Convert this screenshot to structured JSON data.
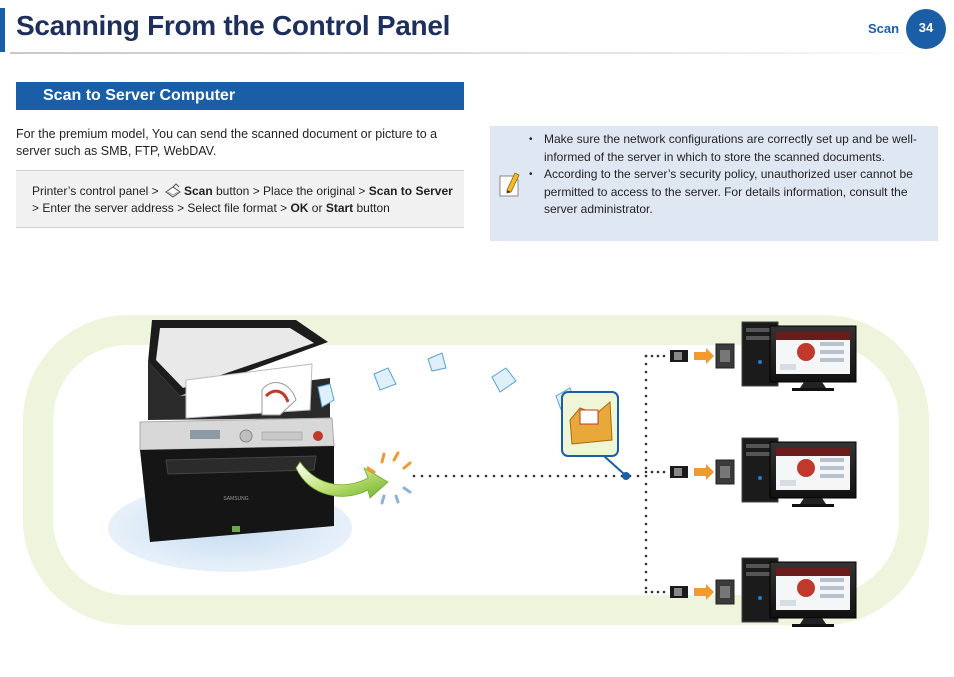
{
  "header": {
    "title": "Scanning From the Control Panel",
    "section": "Scan",
    "page_number": "34"
  },
  "subheading": "Scan to Server Computer",
  "intro": "For the premium model, You can send the scanned document or picture to a server such as SMB, FTP, WebDAV.",
  "steps": {
    "p1": "Printer’s control panel > ",
    "scan_label": "Scan",
    "p2": " button > Place the original > ",
    "scan_to_server": "Scan to Server",
    "p3": " > Enter the server address > Select file format > ",
    "ok": "OK",
    "p4": " or ",
    "start": "Start",
    "p5": " button"
  },
  "notes": [
    "Make sure the network configurations are correctly set up and be well-informed of the server in which to store the scanned documents.",
    "According to the server’s security policy, unauthorized user cannot be permitted to access to the server. For details information, consult the server administrator."
  ],
  "diagram": {
    "brand": "SAMSUNG",
    "icons": [
      "printer-icon",
      "folder-icon",
      "computer-icon",
      "network-plug-icon",
      "paper-icon"
    ],
    "colors": {
      "accent": "#1a5ea8",
      "loop": "#eef5dc",
      "arrow": "#8cc63f",
      "plug": "#f39a2e"
    }
  }
}
